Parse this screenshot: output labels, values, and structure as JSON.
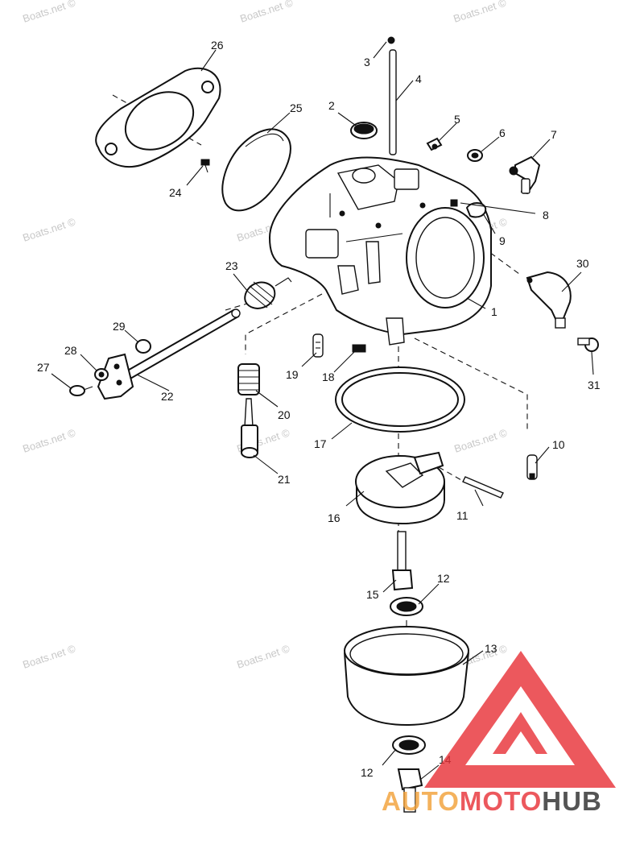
{
  "diagram": {
    "callouts": [
      "1",
      "2",
      "3",
      "4",
      "5",
      "6",
      "7",
      "8",
      "9",
      "10",
      "11",
      "12",
      "12",
      "13",
      "14",
      "15",
      "16",
      "17",
      "18",
      "19",
      "20",
      "21",
      "22",
      "23",
      "24",
      "25",
      "26",
      "27",
      "28",
      "29",
      "30",
      "31"
    ],
    "watermark": "Boats.net ©",
    "logo": {
      "part1": "AUTO",
      "part2": "MOTO",
      "part3": "HUB",
      "color1": "#f2a23a",
      "color2": "#e8343a",
      "color3": "#2f2f2f"
    }
  }
}
